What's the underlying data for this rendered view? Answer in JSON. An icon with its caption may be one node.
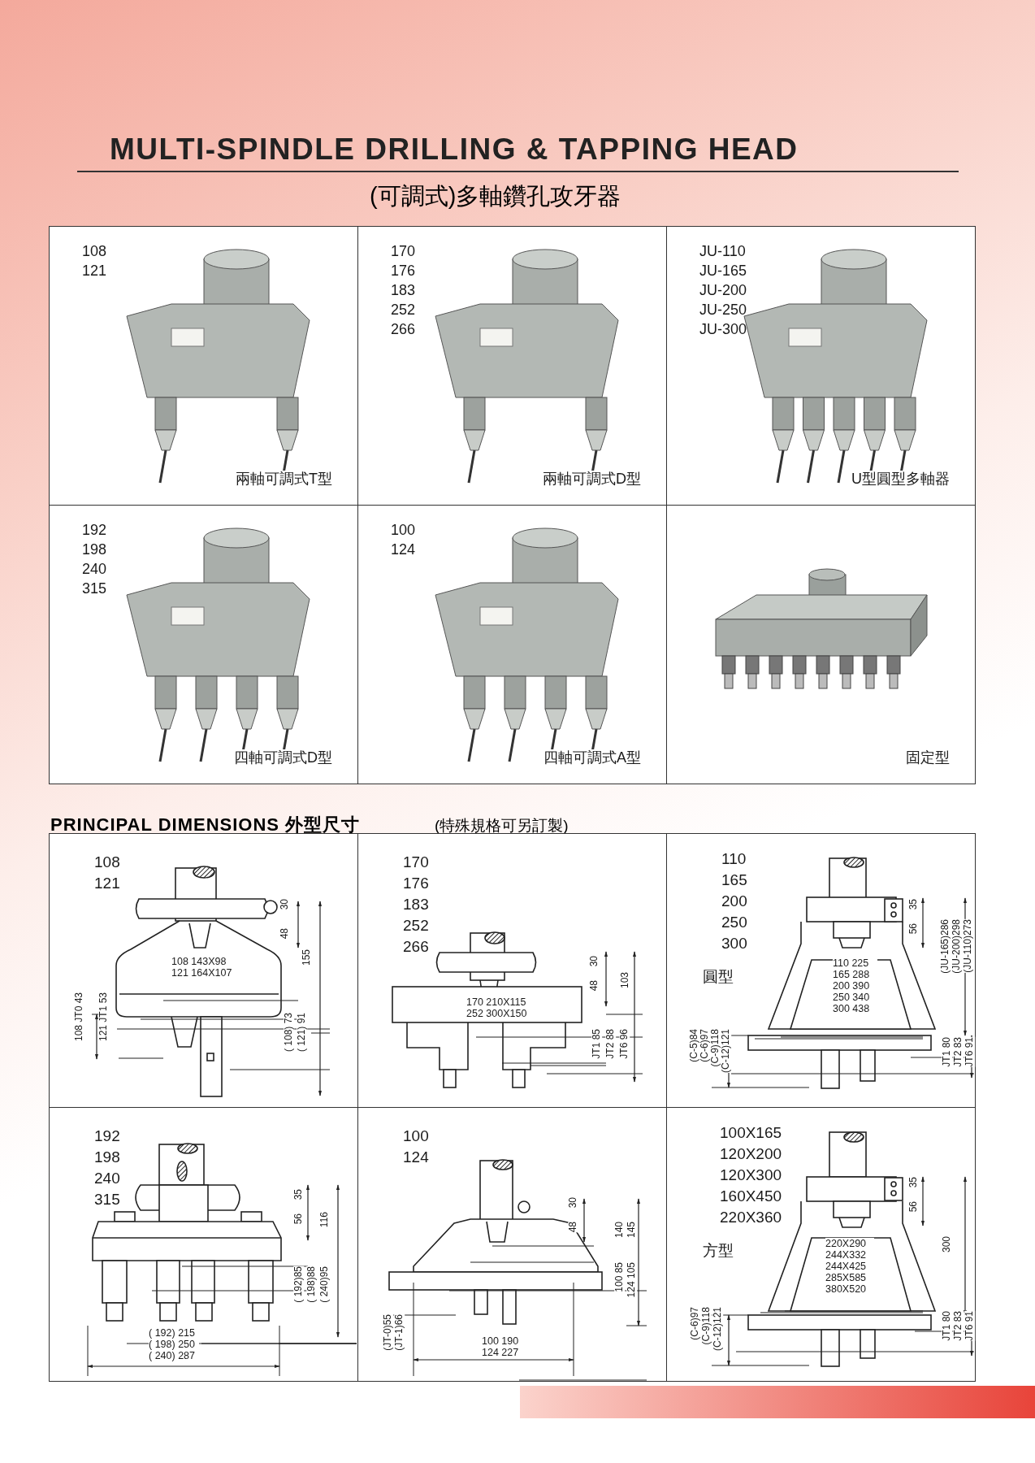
{
  "diagram": {
    "title": "MULTI-SPINDLE DRILLING & TAPPING HEAD",
    "nodes": [
      {
        "text": [
          "108 121",
          "兩軸可調式T型"
        ]
      },
      {
        "text": [
          "170 176 183 252 266",
          "兩軸可調式D型"
        ]
      },
      {
        "text": [
          "JU-110 JU-165 JU-200 JU-250 JU-300",
          "U型圓型多軸器"
        ]
      },
      {
        "text": [
          "192 198 240 315",
          "四軸可調式D型"
        ]
      },
      {
        "text": [
          "100 124",
          "四軸可調式A型"
        ]
      },
      {
        "text": [
          "固定型"
        ]
      },
      {
        "text": [
          "108 121",
          "30",
          "48",
          "155",
          "108 143X98 121 164X107",
          "108 JT0 43",
          "121 JT1 53",
          "( 108) 73",
          "( 121) 91"
        ]
      },
      {
        "text": [
          "170 176 183 252 266",
          "30",
          "48",
          "103",
          "170 210X115 252 300X150",
          "JT1 85",
          "JT2 88",
          "JT6 96"
        ]
      },
      {
        "text": [
          "110 165 200 250 300",
          "圓型",
          "35",
          "56",
          "(JU-165)286",
          "(JU-200)298",
          "(JU-110)273",
          "110 225 165 288 200 390 250 340 300 438",
          "(C-5)84",
          "(C-6)97",
          "(C-9)118",
          "(C-12)121",
          "JT1 80",
          "JT2 83",
          "JT6 91"
        ]
      },
      {
        "text": [
          "192 198 240 315",
          "35",
          "56",
          "116",
          "( 192)85",
          "( 198)88",
          "( 240)95",
          "( 192) 215 ( 198) 250 ( 240) 287"
        ]
      },
      {
        "text": [
          "100 124",
          "30",
          "48",
          "140",
          "145",
          "100 85",
          "124 105",
          "(JT-0)55",
          "(JT-1)66",
          "100 190 124 227"
        ]
      },
      {
        "text": [
          "100X165 120X200 120X300 160X450 220X360",
          "方型",
          "35",
          "56",
          "300",
          "220X290 244X332 244X425 285X585 380X520",
          "(C-6)97",
          "(C-9)118",
          "(C-12)121",
          "JT1 80",
          "JT2 83",
          "JT6 91"
        ]
      }
    ],
    "labels": [
      "(可調式)多軸鑽孔攻牙器",
      "PRINCIPAL DIMENSIONS 外型尺寸",
      "(特殊規格可另訂製)"
    ]
  }
}
